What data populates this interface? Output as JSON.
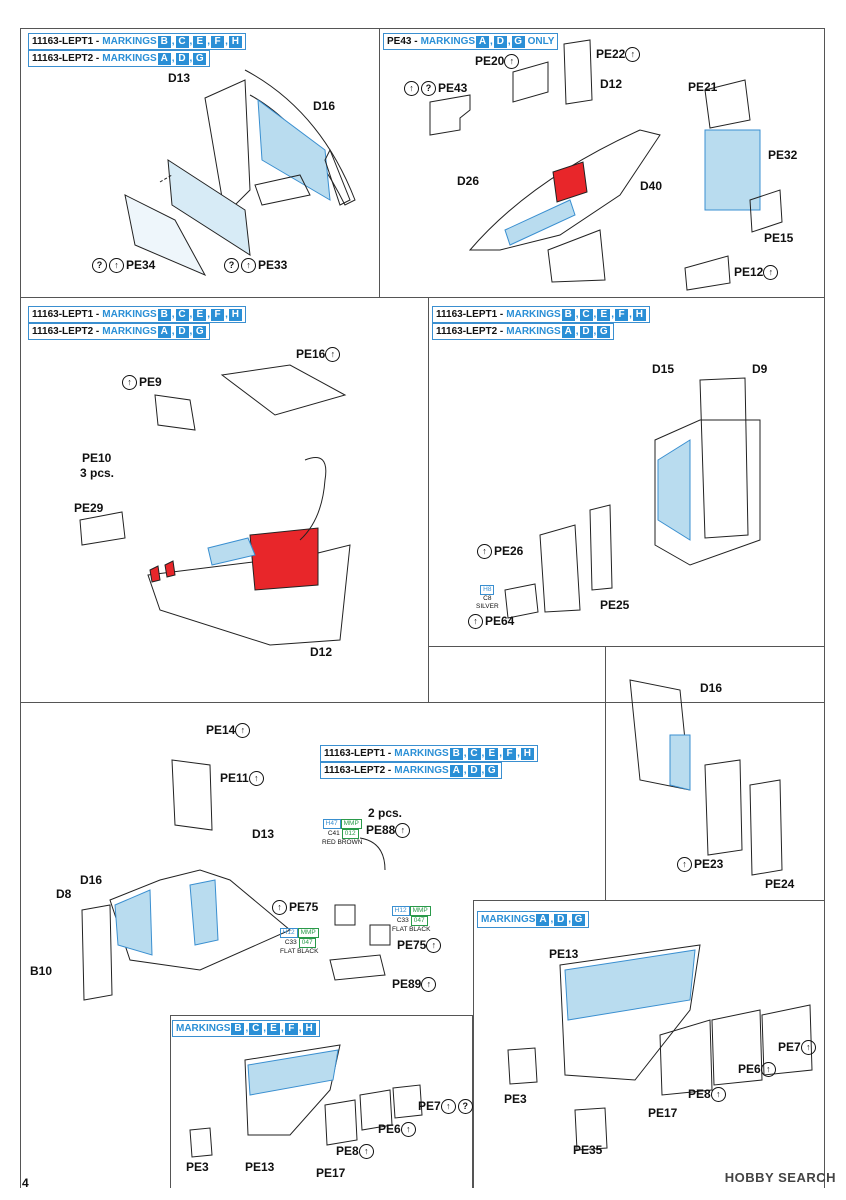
{
  "page_number": "4",
  "watermark": "HOBBY SEARCH",
  "colors": {
    "blue_marking": "#2a8fd6",
    "light_blue": "#b9dcef",
    "red": "#e8262a"
  },
  "legend": {
    "lept1_code": "11163-LEPT1 -",
    "lept2_code": "11163-LEPT2 -",
    "markings": "MARKINGS",
    "lept1_badges": [
      "B",
      "C",
      "E",
      "F",
      "H"
    ],
    "lept2_badges": [
      "A",
      "D",
      "G"
    ],
    "pe43_code": "PE43 -",
    "pe43_badges": [
      "A",
      "D",
      "G"
    ],
    "only": "ONLY"
  },
  "symbols": {
    "bend": "↑",
    "optional": "?"
  },
  "panel1": {
    "D13": "D13",
    "D16": "D16",
    "PE34": "PE34",
    "PE33": "PE33"
  },
  "panel2": {
    "PE20": "PE20",
    "PE22": "PE22",
    "PE43": "PE43",
    "D12": "D12",
    "PE21": "PE21",
    "PE32": "PE32",
    "D26": "D26",
    "D40": "D40",
    "PE15": "PE15",
    "PE12": "PE12"
  },
  "panel3": {
    "PE16": "PE16",
    "PE9": "PE9",
    "PE10": "PE10",
    "pcs3": "3 pcs.",
    "PE29": "PE29",
    "D12": "D12"
  },
  "panel4": {
    "D15": "D15",
    "D9": "D9",
    "PE26": "PE26",
    "PE25": "PE25",
    "PE64": "PE64",
    "paint": {
      "h": "H8",
      "c": "C8",
      "name": "SILVER"
    }
  },
  "panel5": {
    "D16": "D16",
    "PE23": "PE23",
    "PE24": "PE24"
  },
  "panel6": {
    "PE14": "PE14",
    "PE11": "PE11",
    "pcs2": "2 pcs.",
    "PE88": "PE88",
    "D13": "D13",
    "D16": "D16",
    "D8": "D8",
    "B10": "B10",
    "PE75a": "PE75",
    "PE75b": "PE75",
    "PE89": "PE89",
    "paint_red": {
      "h": "H47",
      "m": "MMP",
      "c": "C41",
      "mm": "012",
      "name": "RED BROWN"
    },
    "paint_black1": {
      "h": "H12",
      "m": "MMP",
      "c": "C33",
      "mm": "047",
      "name": "FLAT BLACK"
    },
    "paint_black2": {
      "h": "H12",
      "m": "MMP",
      "c": "C33",
      "mm": "047",
      "name": "FLAT BLACK"
    }
  },
  "panel7": {
    "PE13": "PE13",
    "PE7": "PE7",
    "PE6": "PE6",
    "PE8": "PE8",
    "PE3": "PE3",
    "PE17": "PE17",
    "PE35": "PE35"
  },
  "panel8": {
    "PE7": "PE7",
    "PE6": "PE6",
    "PE8": "PE8",
    "PE3": "PE3",
    "PE13": "PE13",
    "PE17": "PE17"
  }
}
